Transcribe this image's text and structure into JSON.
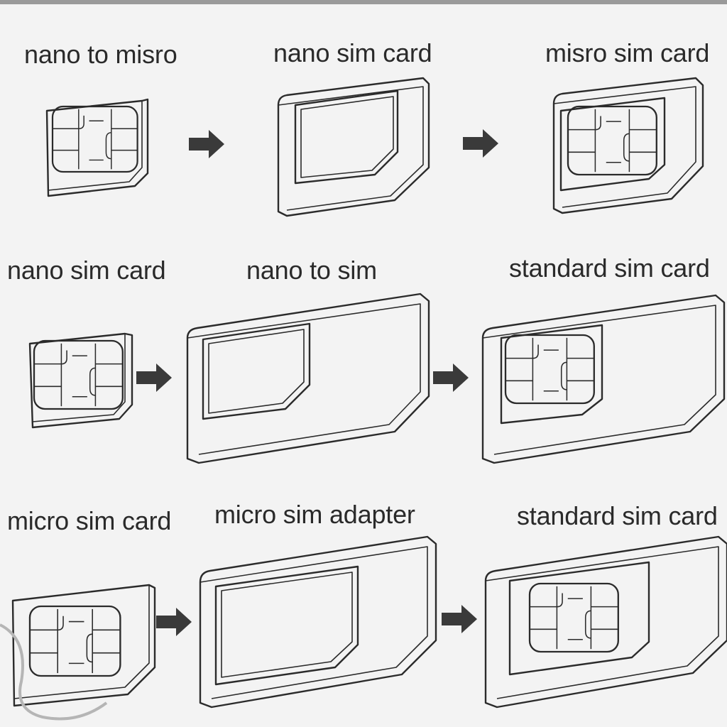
{
  "rows": [
    {
      "left_label": "nano to misro",
      "middle_label": "nano sim card",
      "right_label": "misro sim card"
    },
    {
      "left_label": "nano sim card",
      "middle_label": "nano to sim",
      "right_label": "standard sim card"
    },
    {
      "left_label": "micro sim card",
      "middle_label": "micro sim adapter",
      "right_label": "standard sim card"
    }
  ],
  "icons": {
    "arrow": "right-arrow-icon",
    "chip": "sim-chip-icon",
    "card": "sim-card-icon",
    "adapter": "sim-adapter-icon"
  },
  "colors": {
    "background": "#f3f3f3",
    "line": "#2b2b2b",
    "arrow": "#3a3a3a"
  }
}
